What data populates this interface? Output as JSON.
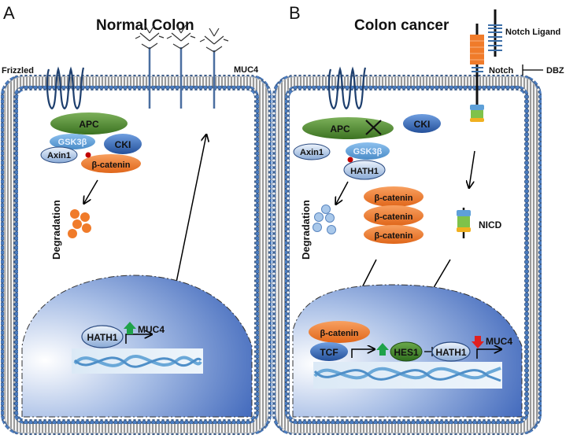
{
  "panels": [
    {
      "letter": "A",
      "title": "Normal Colon",
      "labels": {
        "frizzled": "Frizzled",
        "muc4_receptor": "MUC4",
        "apc": "APC",
        "gsk3b": "GSK3β",
        "cki": "CKI",
        "axin1": "Axin1",
        "bcatenin": "β-catenin",
        "degradation": "Degradation",
        "hath1": "HATH1",
        "muc4_gene": "MUC4"
      }
    },
    {
      "letter": "B",
      "title": "Colon cancer",
      "labels": {
        "notch_ligand": "Notch Ligand",
        "notch": "Notch",
        "dbz": "DBZ",
        "apc": "APC",
        "cki": "CKI",
        "axin1": "Axin1",
        "gsk3b": "GSK3β",
        "hath1_cyto": "HATH1",
        "degradation": "Degradation",
        "bcatenin": [
          "β-catenin",
          "β-catenin",
          "β-catenin"
        ],
        "nicd": "NICD",
        "bcatenin_nuc": "β-catenin",
        "tcf": "TCF",
        "hes1": "HES1",
        "hath1_nuc": "HATH1",
        "muc4_gene": "MUC4"
      }
    }
  ],
  "colors": {
    "membrane_head": "#3d6fa8",
    "membrane_tail": "#9a9a9a",
    "apc": "#4d8a2e",
    "gsk3b": "#5ea0d8",
    "cki": "#2e5fae",
    "axin1": "#c8d8ee",
    "bcatenin": "#f07b2a",
    "phospho": "#c00000",
    "nucleus": "#5a82cc",
    "up_arrow": "#1fa24a",
    "down_arrow": "#e02020",
    "hes1": "#3f8a2c",
    "degraded_a": "#f07b2a",
    "degraded_b": "#a9c8ea"
  }
}
